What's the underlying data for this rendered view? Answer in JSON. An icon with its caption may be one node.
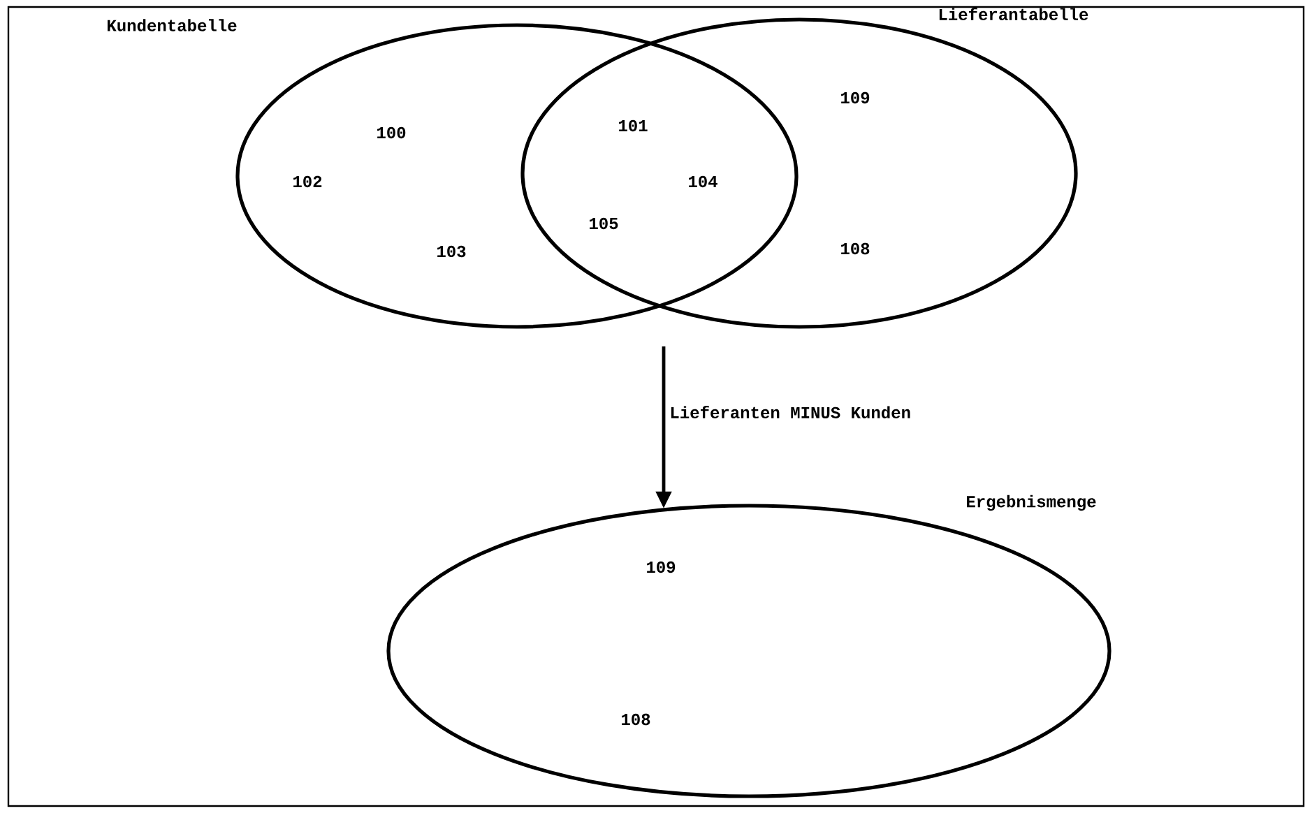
{
  "diagram": {
    "nodes": [
      {
        "text": [
          "Kundentabelle"
        ]
      },
      {
        "text": [
          "Lieferantabelle"
        ]
      },
      {
        "text": [
          "Ergebnismenge"
        ]
      }
    ],
    "edges": [
      {
        "from": null,
        "to": 2,
        "arrow": "to",
        "label": "Lieferanten MINUS Kunden"
      }
    ],
    "labels": [
      "109",
      "100",
      "101",
      "102",
      "104",
      "105",
      "103",
      "108",
      "109",
      "108"
    ]
  }
}
